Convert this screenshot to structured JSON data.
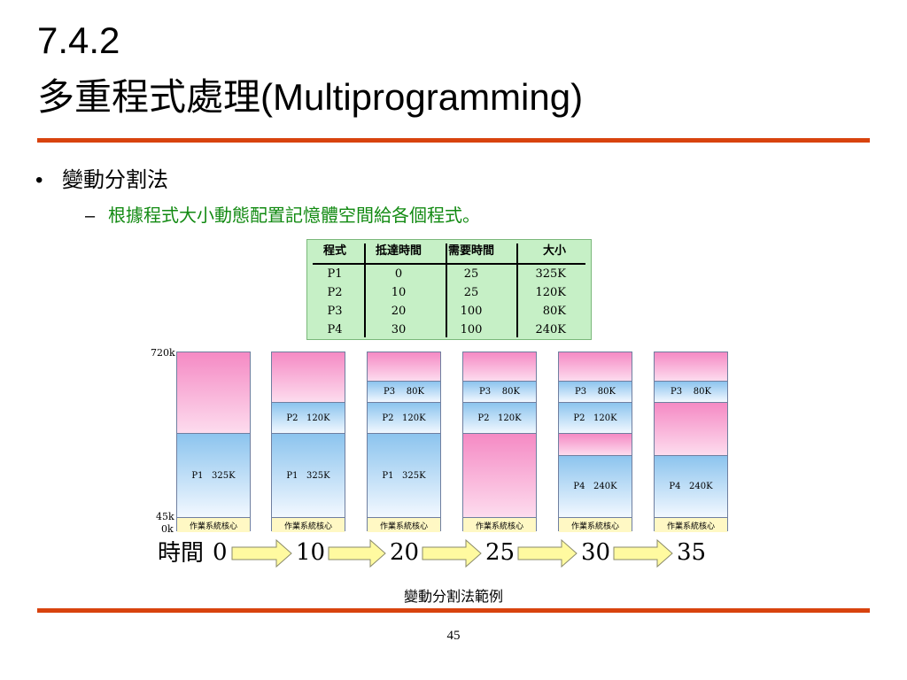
{
  "title": {
    "section": "7.4.2",
    "main": "多重程式處理(Multiprogramming)"
  },
  "bullet": {
    "marker": "•",
    "text": "變動分割法"
  },
  "subbullet": {
    "marker": "–",
    "text": "根據程式大小動態配置記憶體空間給各個程式。"
  },
  "process_table": {
    "headers": [
      "程式",
      "抵達時間",
      "需要時間",
      "大小"
    ],
    "rows": [
      [
        "P1",
        "0",
        "25",
        "325K"
      ],
      [
        "P2",
        "10",
        "25",
        "120K"
      ],
      [
        "P3",
        "20",
        "100",
        "80K"
      ],
      [
        "P4",
        "30",
        "100",
        "240K"
      ]
    ]
  },
  "memory_diagram": {
    "address_labels": [
      "720k",
      "45k",
      "0k"
    ],
    "snapshots": [
      {
        "segments": [
          {
            "kind": "free",
            "label": ""
          },
          {
            "kind": "proc",
            "label": "P1   325K"
          },
          {
            "kind": "os",
            "label": "作業系統核心"
          }
        ]
      },
      {
        "segments": [
          {
            "kind": "free",
            "label": ""
          },
          {
            "kind": "proc",
            "label": "P2   120K"
          },
          {
            "kind": "proc",
            "label": "P1   325K"
          },
          {
            "kind": "os",
            "label": "作業系統核心"
          }
        ]
      },
      {
        "segments": [
          {
            "kind": "free",
            "label": ""
          },
          {
            "kind": "proc",
            "label": "P3    80K"
          },
          {
            "kind": "proc",
            "label": "P2   120K"
          },
          {
            "kind": "proc",
            "label": "P1   325K"
          },
          {
            "kind": "os",
            "label": "作業系統核心"
          }
        ]
      },
      {
        "segments": [
          {
            "kind": "free",
            "label": ""
          },
          {
            "kind": "proc",
            "label": "P3    80K"
          },
          {
            "kind": "proc",
            "label": "P2   120K"
          },
          {
            "kind": "free",
            "label": ""
          },
          {
            "kind": "os",
            "label": "作業系統核心"
          }
        ]
      },
      {
        "segments": [
          {
            "kind": "free",
            "label": ""
          },
          {
            "kind": "proc",
            "label": "P3    80K"
          },
          {
            "kind": "proc",
            "label": "P2   120K"
          },
          {
            "kind": "free",
            "label": ""
          },
          {
            "kind": "proc",
            "label": "P4   240K"
          },
          {
            "kind": "os",
            "label": "作業系統核心"
          }
        ]
      },
      {
        "segments": [
          {
            "kind": "free",
            "label": ""
          },
          {
            "kind": "proc",
            "label": "P3    80K"
          },
          {
            "kind": "free",
            "label": ""
          },
          {
            "kind": "proc",
            "label": "P4   240K"
          },
          {
            "kind": "os",
            "label": "作業系統核心"
          }
        ]
      }
    ]
  },
  "timeline": {
    "label": "時間",
    "values": [
      "0",
      "10",
      "20",
      "25",
      "30",
      "35"
    ]
  },
  "caption": "變動分割法範例",
  "page_number": "45",
  "colors": {
    "accent_rule": "#d8430e",
    "subbullet_text": "#128a12",
    "table_bg": "#c6f0c6",
    "free_memory": "#f58ac4",
    "process_memory": "#8cc4ee",
    "os_kernel": "#fff8c4",
    "arrow_fill": "#fffaa0"
  }
}
